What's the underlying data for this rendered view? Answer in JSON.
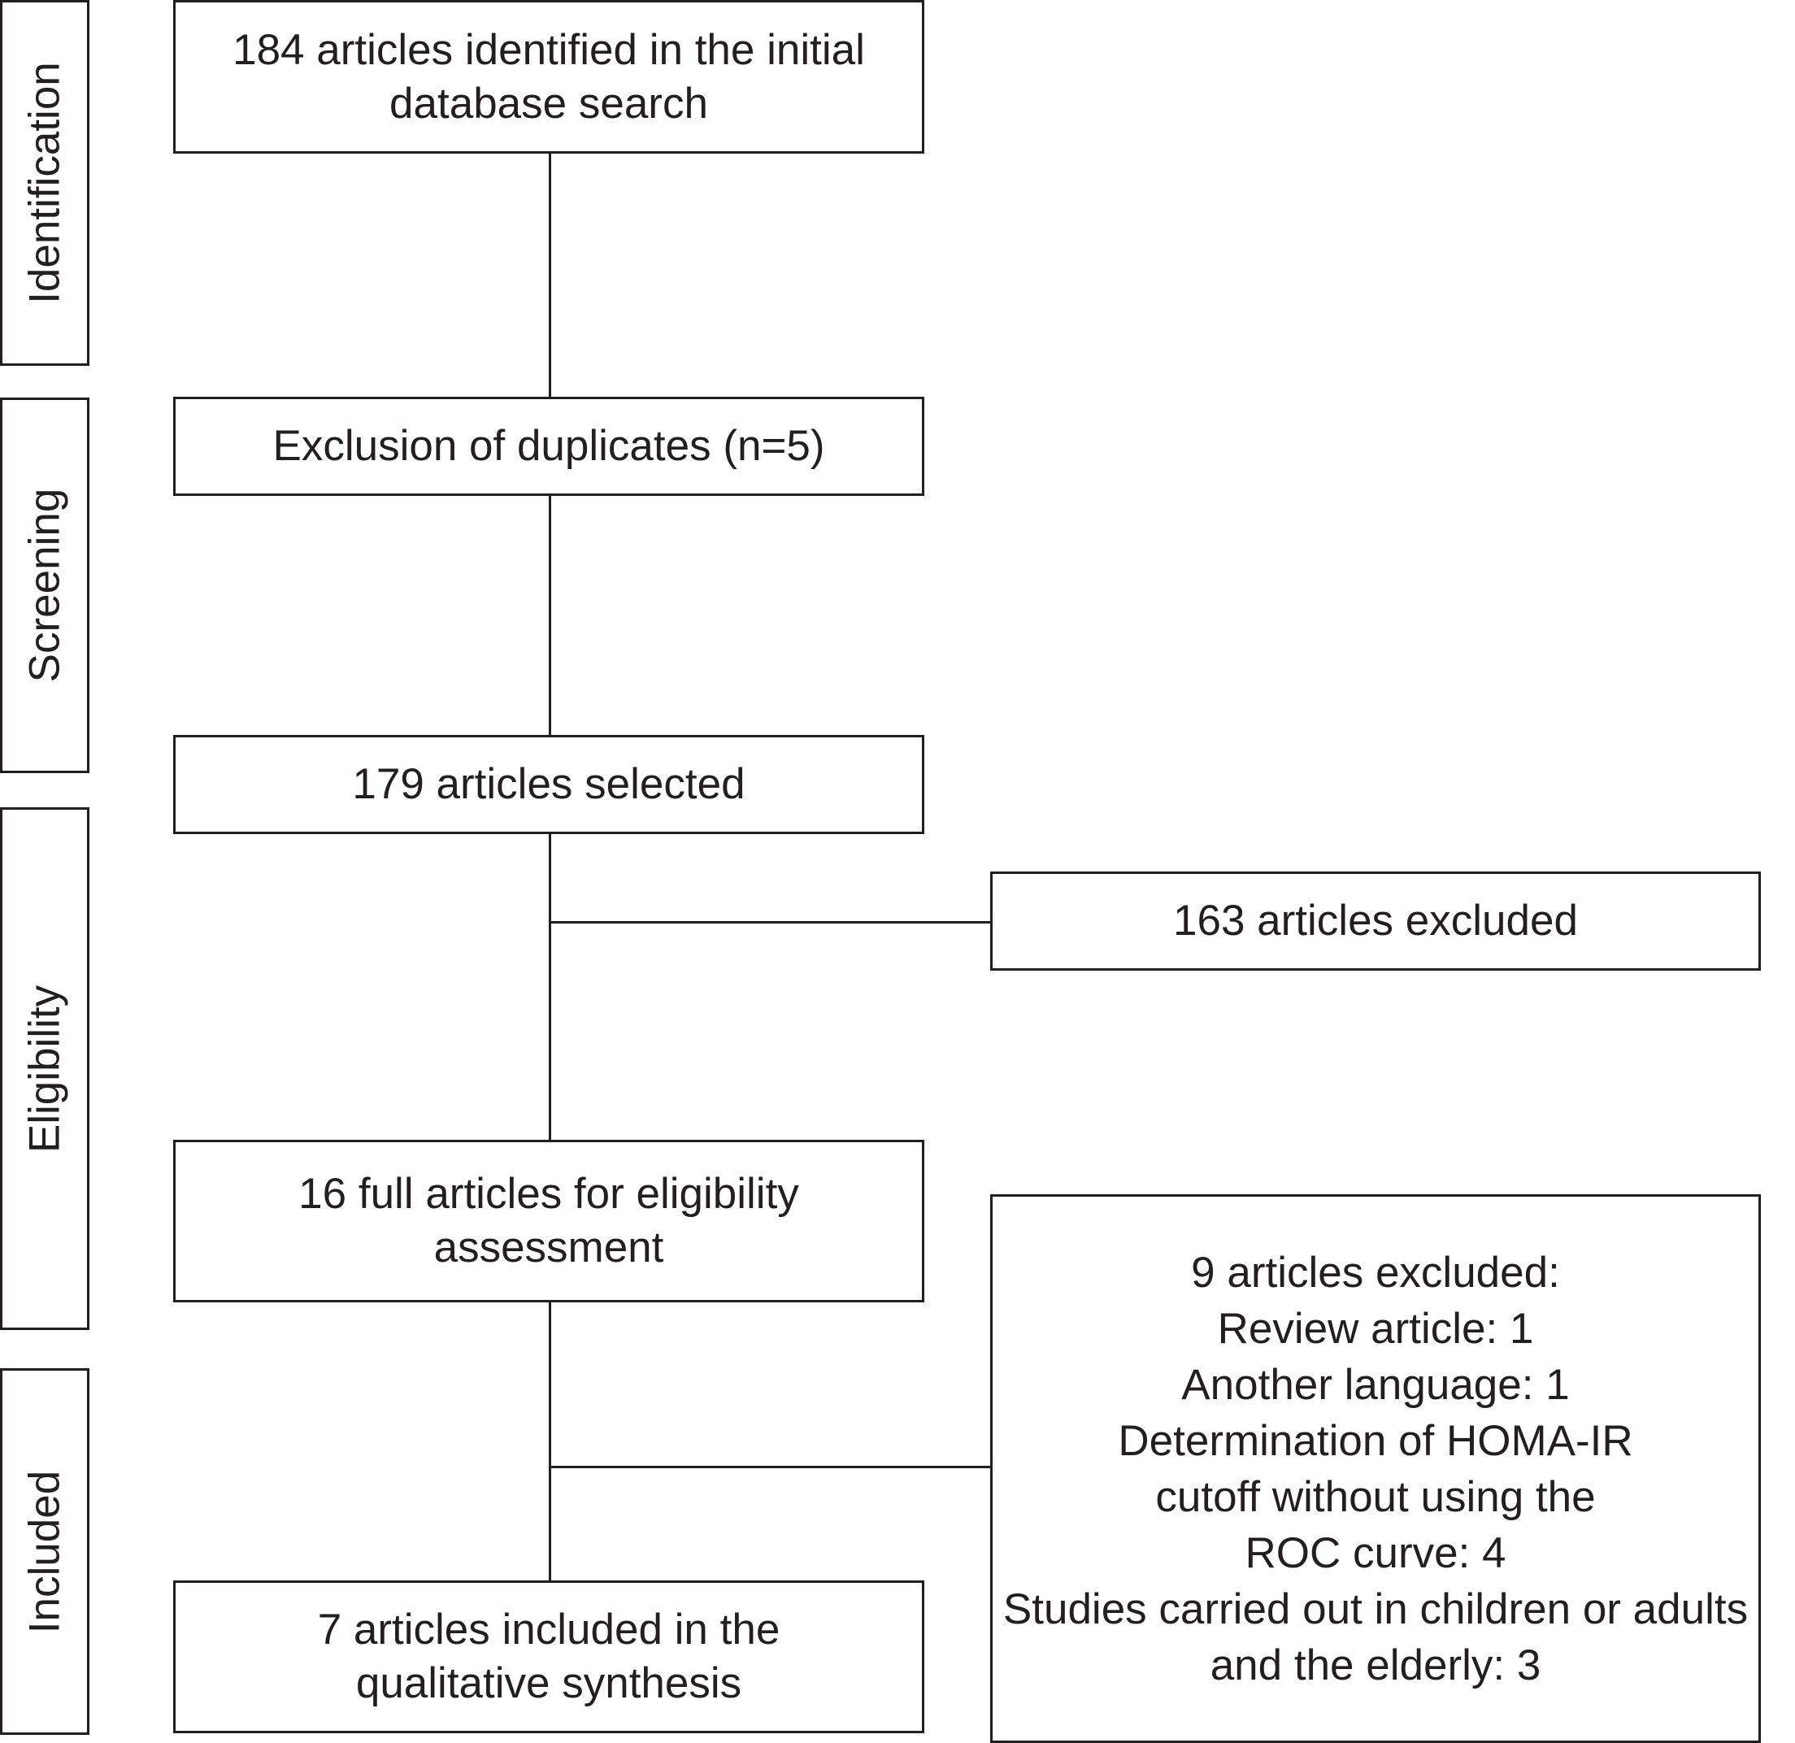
{
  "stages": {
    "identification": "Identification",
    "screening": "Screening",
    "eligibility": "Eligibility",
    "included": "Included"
  },
  "boxes": {
    "identified": [
      "184 articles identified in the initial",
      "database search"
    ],
    "duplicates": [
      "Exclusion of duplicates (n=5)"
    ],
    "selected": [
      "179 articles selected"
    ],
    "excluded_1": [
      "163 articles excluded"
    ],
    "full_text": [
      "16 full articles for eligibility",
      "assessment"
    ],
    "excluded_2": [
      "9 articles excluded:",
      "Review article: 1",
      "Another language: 1",
      "Determination of HOMA-IR",
      "cutoff without using the",
      "ROC curve: 4",
      "Studies carried out in children or adults",
      "and the elderly: 3"
    ],
    "included": [
      "7 articles included in the",
      "qualitative synthesis"
    ]
  }
}
